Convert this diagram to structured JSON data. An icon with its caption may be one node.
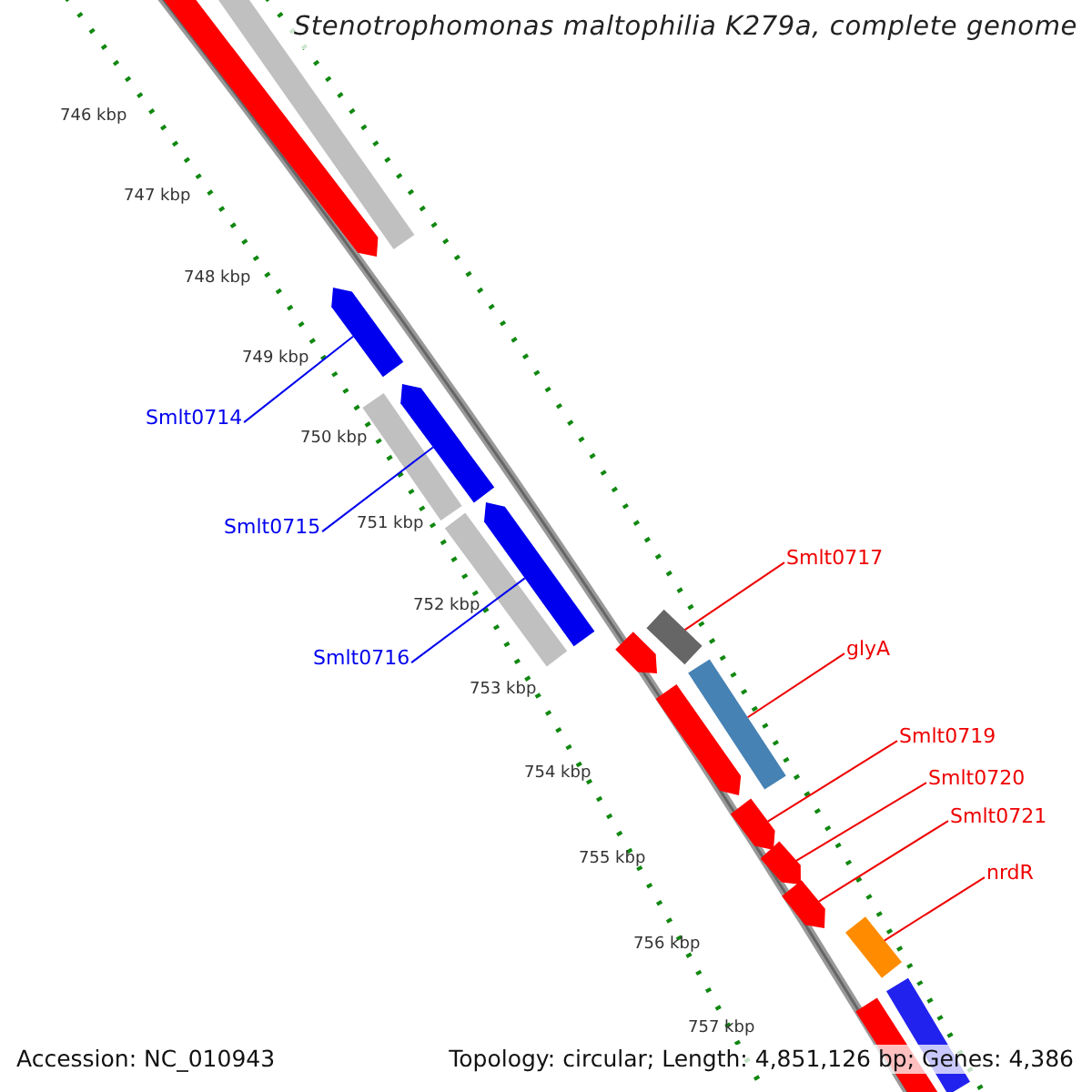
{
  "diagram": {
    "title": "Stenotrophomonas maltophilia K279a, complete genome",
    "nodes": [
      {
        "text": [
          "Smlt0714"
        ]
      },
      {
        "text": [],
        "shape": "bar"
      },
      {
        "text": [
          "Smlt0715"
        ]
      },
      {
        "text": [],
        "shape": "bar"
      },
      {
        "text": [
          "Smlt0716"
        ]
      },
      {
        "text": [],
        "shape": "bar"
      },
      {
        "text": [
          "Smlt0717"
        ]
      },
      {
        "text": [],
        "shape": "bar"
      },
      {
        "text": [
          "glyA"
        ]
      },
      {
        "text": [],
        "shape": "bar"
      },
      {
        "text": [
          "Smlt0719"
        ]
      },
      {
        "text": [],
        "shape": "bar"
      },
      {
        "text": [
          "Smlt0720"
        ]
      },
      {
        "text": [],
        "shape": "bar"
      },
      {
        "text": [
          "Smlt0721"
        ]
      },
      {
        "text": [],
        "shape": "bar"
      },
      {
        "text": [
          "nrdR"
        ]
      },
      {
        "text": [],
        "shape": "bar"
      },
      {
        "text": [],
        "shape": "bar"
      },
      {
        "text": [],
        "shape": "bar"
      },
      {
        "text": [],
        "shape": "bar"
      },
      {
        "text": [],
        "shape": "bar"
      },
      {
        "text": [],
        "shape": "bar"
      },
      {
        "text": [],
        "shape": "bar"
      },
      {
        "text": [],
        "shape": "bar"
      },
      {
        "text": [],
        "shape": "bar"
      }
    ],
    "edges": [
      {
        "from": 0,
        "to": 1,
        "arrow": "none",
        "color": "#0000ee"
      },
      {
        "from": 2,
        "to": 3,
        "arrow": "none",
        "color": "#0000ee"
      },
      {
        "from": 4,
        "to": 5,
        "arrow": "none",
        "color": "#0000ee"
      },
      {
        "from": 6,
        "to": 7,
        "arrow": "none"
      },
      {
        "from": 8,
        "to": 9,
        "arrow": "none"
      },
      {
        "from": 10,
        "to": 11,
        "arrow": "none"
      },
      {
        "from": 12,
        "to": 13,
        "arrow": "none"
      },
      {
        "from": 14,
        "to": 15,
        "arrow": "none"
      },
      {
        "from": 16,
        "to": 17,
        "arrow": "none"
      }
    ],
    "labels": [
      "746 kbp",
      "747 kbp",
      "748 kbp",
      "749 kbp",
      "750 kbp",
      "751 kbp",
      "752 kbp",
      "753 kbp",
      "754 kbp",
      "755 kbp",
      "756 kbp",
      "757 kbp",
      "Accession: NC_010943",
      "Topology: circular; Length: 4,851,126 bp; Genes: 4,386"
    ]
  }
}
